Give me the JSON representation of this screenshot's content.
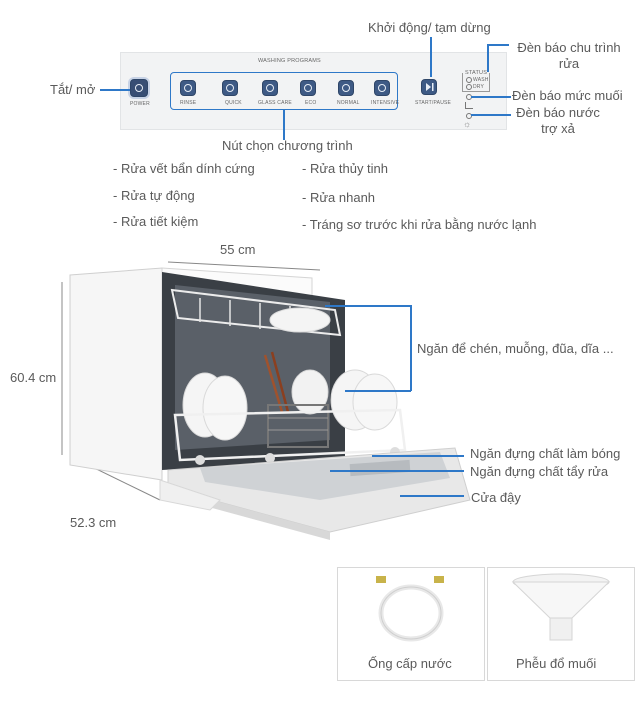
{
  "panel": {
    "title": "WASHING PROGRAMS",
    "power_label": "POWER",
    "start_label": "START/PAUSE",
    "program_labels": [
      "RINSE",
      "QUICK",
      "GLASS CARE",
      "ECO",
      "NORMAL",
      "INTENSIVE"
    ],
    "status_title": "STATUS",
    "status_items": [
      "WASH",
      "DRY"
    ]
  },
  "labels": {
    "power": "Tắt/ mở",
    "start": "Khởi động/ tạm dừng",
    "cycle_light": "Đèn báo chu trình rửa",
    "salt_light": "Đèn báo mức muối",
    "rinse_aid_light": "Đèn báo nước trợ xả",
    "program_button": "Nút chọn chương trình"
  },
  "programs_left": [
    "- Rửa vết bẩn dính cứng",
    "- Rửa tự động",
    "- Rửa tiết kiệm"
  ],
  "programs_right": [
    "- Rửa thủy tinh",
    "- Rửa nhanh",
    "- Tráng sơ trước khi rửa bằng nước lạnh"
  ],
  "dimensions": {
    "width": "55 cm",
    "height": "60.4 cm",
    "depth": "52.3 cm"
  },
  "parts": {
    "rack": "Ngăn để chén, muỗng, đũa, dĩa ...",
    "rinse_aid": "Ngăn đựng chất làm bóng",
    "detergent": "Ngăn đựng chất tẩy rửa",
    "door": "Cửa đậy"
  },
  "accessories": [
    "Ống cấp nước",
    "Phễu đổ muối"
  ],
  "colors": {
    "accent": "#2e78c8",
    "button": "#3e5a85"
  }
}
